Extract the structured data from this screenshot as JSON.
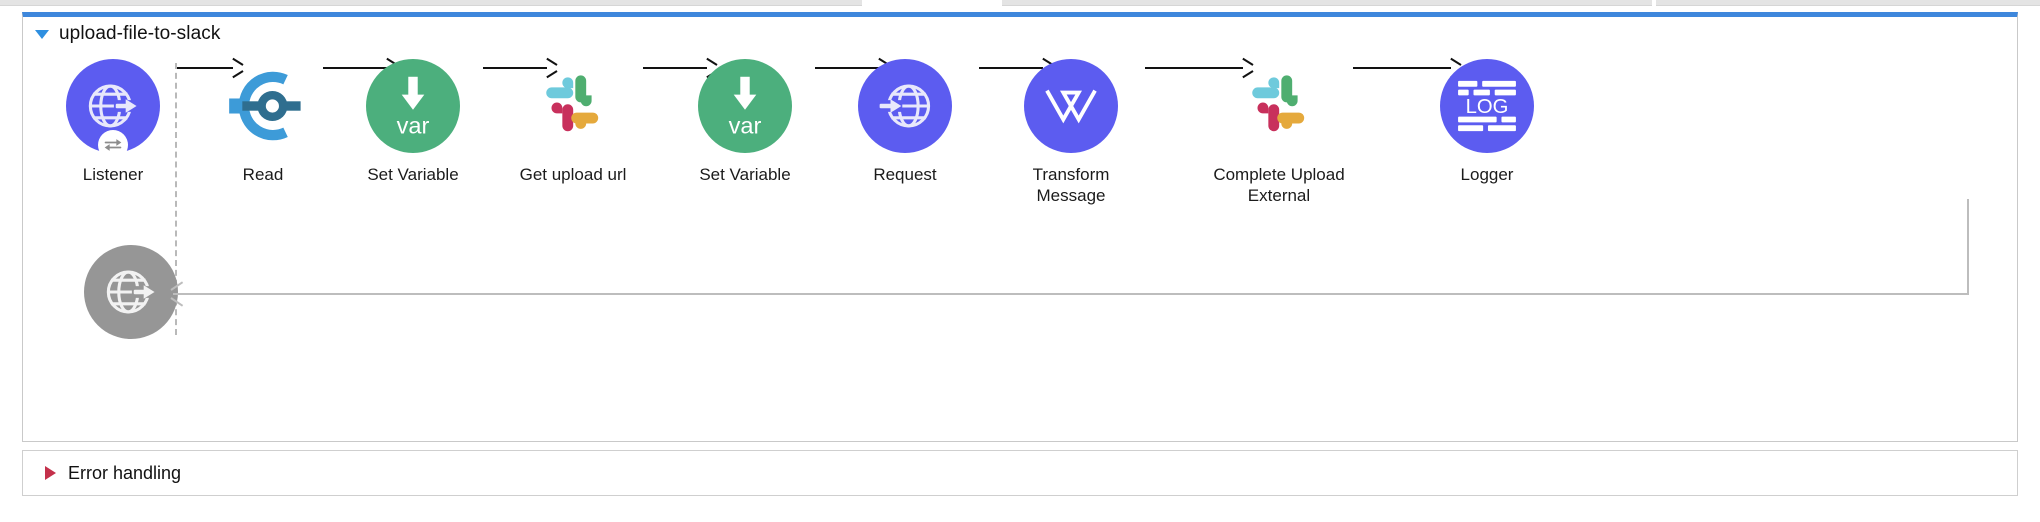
{
  "flow": {
    "title": "upload-file-to-slack",
    "expanded": true,
    "toggle_icon": "triangle-down-icon",
    "selected": true,
    "border_color": "#3E87DC"
  },
  "error_handling": {
    "label": "Error handling",
    "expanded": false,
    "toggle_icon": "triangle-right-icon",
    "toggle_color": "#C4314B"
  },
  "nodes": [
    {
      "label": "Listener",
      "icon": "globe-arrow-out-icon",
      "kind": "http-listener",
      "color": "#5C5CF0",
      "badge": "sync-badge-icon"
    },
    {
      "label": "Read",
      "icon": "file-read-icon",
      "kind": "file-read",
      "color": "#3D9BD8",
      "badge": null
    },
    {
      "label": "Set Variable",
      "icon": "set-variable-icon",
      "kind": "set-variable",
      "color": "#4CAF7D",
      "badge": null
    },
    {
      "label": "Get upload url",
      "icon": "slack-icon",
      "kind": "slack-operation",
      "color": "#ffffff",
      "badge": null
    },
    {
      "label": "Set Variable",
      "icon": "set-variable-icon",
      "kind": "set-variable",
      "color": "#4CAF7D",
      "badge": null
    },
    {
      "label": "Request",
      "icon": "globe-arrow-in-icon",
      "kind": "http-request",
      "color": "#5C5CF0",
      "badge": null
    },
    {
      "label": "Transform\nMessage",
      "icon": "dataweave-icon",
      "kind": "transform",
      "color": "#5C5CF0",
      "badge": null
    },
    {
      "label": "Complete Upload\nExternal",
      "icon": "slack-icon",
      "kind": "slack-operation",
      "color": "#ffffff",
      "badge": null
    },
    {
      "label": "Logger",
      "icon": "logger-icon",
      "kind": "logger",
      "color": "#5C5CF0",
      "badge": null
    }
  ],
  "response_node": {
    "icon": "globe-arrow-out-icon",
    "kind": "http-response",
    "color": "#969696",
    "label": ""
  },
  "logger_icon_text": "LOG",
  "variable_icon_text": "var",
  "palette": {
    "purple": "#5C5CF0",
    "green": "#4CAF7D",
    "grey": "#969696",
    "read_light": "#3D9BD8",
    "read_dark": "#2F6E8F",
    "slack_blue": "#6ECADC",
    "slack_green": "#4FAE70",
    "slack_red": "#C8305C",
    "slack_yellow": "#E5A93C",
    "connector": "#121212",
    "return_connector": "#bdbdbd",
    "selection": "#3E87DC"
  }
}
